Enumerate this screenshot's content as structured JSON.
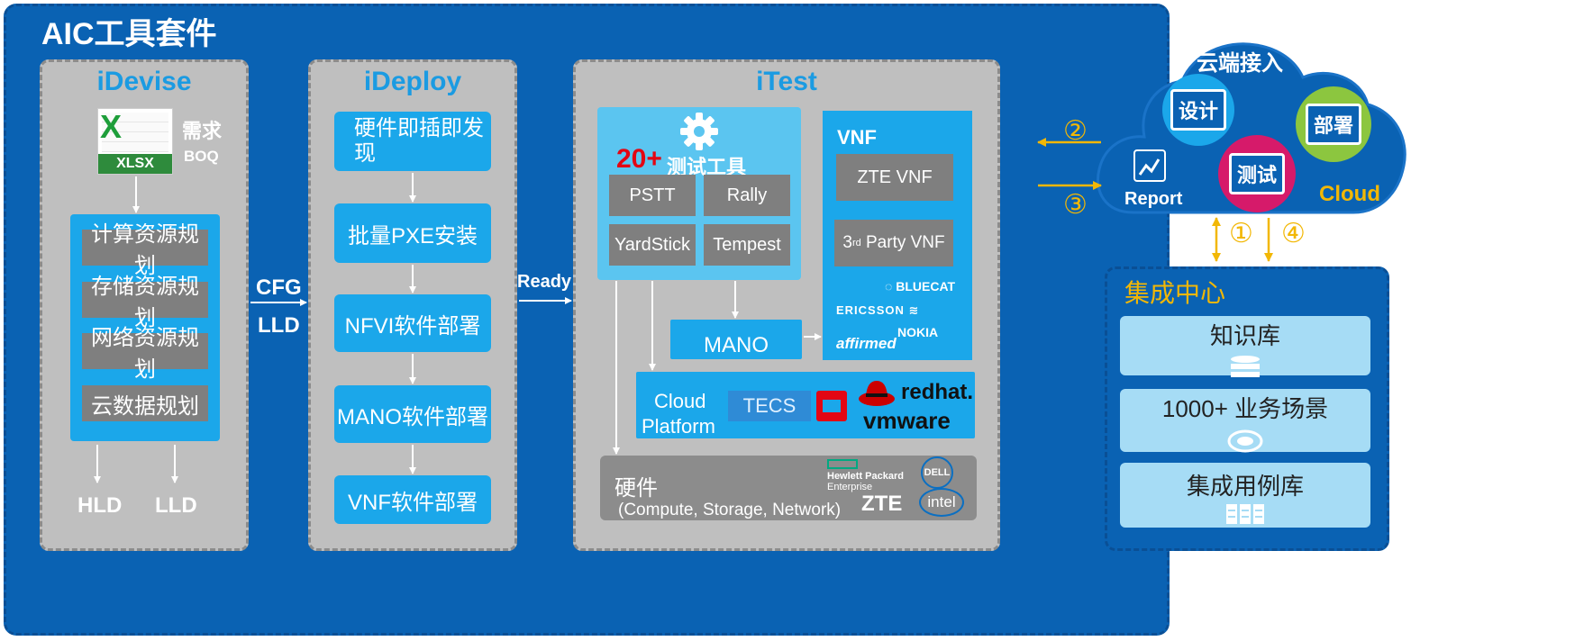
{
  "main": {
    "title": "AIC工具套件"
  },
  "idevise": {
    "title": "iDevise",
    "xlsx_label": "XLSX",
    "req_label": "需求",
    "boq_label": "BOQ",
    "items": [
      "计算资源规划",
      "存储资源规划",
      "网络资源规划",
      "云数据规划"
    ],
    "outputs": [
      "HLD",
      "LLD"
    ]
  },
  "connectors": {
    "cfg": "CFG",
    "lld": "LLD",
    "ready": "Ready"
  },
  "ideploy": {
    "title": "iDeploy",
    "steps": [
      "硬件即插即发现",
      "批量PXE安装",
      "NFVI软件部署",
      "MANO软件部署",
      "VNF软件部署"
    ]
  },
  "itest": {
    "title": "iTest",
    "tools_count": "20+",
    "tools_label": "测试工具",
    "tools": [
      "PSTT",
      "Rally",
      "YardStick",
      "Tempest"
    ],
    "mano": "MANO",
    "vnf": {
      "title": "VNF",
      "zte_vnf": "ZTE VNF",
      "third_party_prefix": "3",
      "third_party_sup": "rd",
      "third_party_suffix": " Party VNF",
      "logos": [
        "BLUECAT",
        "ERICSSON",
        "NOKIA",
        "affirmed"
      ]
    },
    "cloud_platform": {
      "label_line1": "Cloud",
      "label_line2": "Platform",
      "tecs": "TECS",
      "redhat": "redhat.",
      "vmware": "vmware"
    },
    "hardware": {
      "title": "硬件",
      "subtitle": "(Compute, Storage, Network)",
      "hp_line1": "Hewlett Packard",
      "hp_line2": "Enterprise",
      "zte": "ZTE",
      "dell": "DELL",
      "intel": "intel"
    }
  },
  "cloud": {
    "title": "云端接入",
    "design": "设计",
    "deploy": "部署",
    "test": "测试",
    "report": "Report",
    "cloud": "Cloud"
  },
  "arrows": {
    "n1": "①",
    "n2": "②",
    "n3": "③",
    "n4": "④"
  },
  "integration": {
    "title": "集成中心",
    "items": [
      "知识库",
      "1000+ 业务场景",
      "集成用例库"
    ]
  },
  "colors": {
    "main_blue": "#0a62b3",
    "item_blue": "#1ba7ea",
    "panel_gray": "#bfbfbf",
    "item_gray": "#7f7f7f",
    "title_blue": "#1b9be2",
    "accent_yellow": "#f2b705",
    "red": "#e30613"
  }
}
